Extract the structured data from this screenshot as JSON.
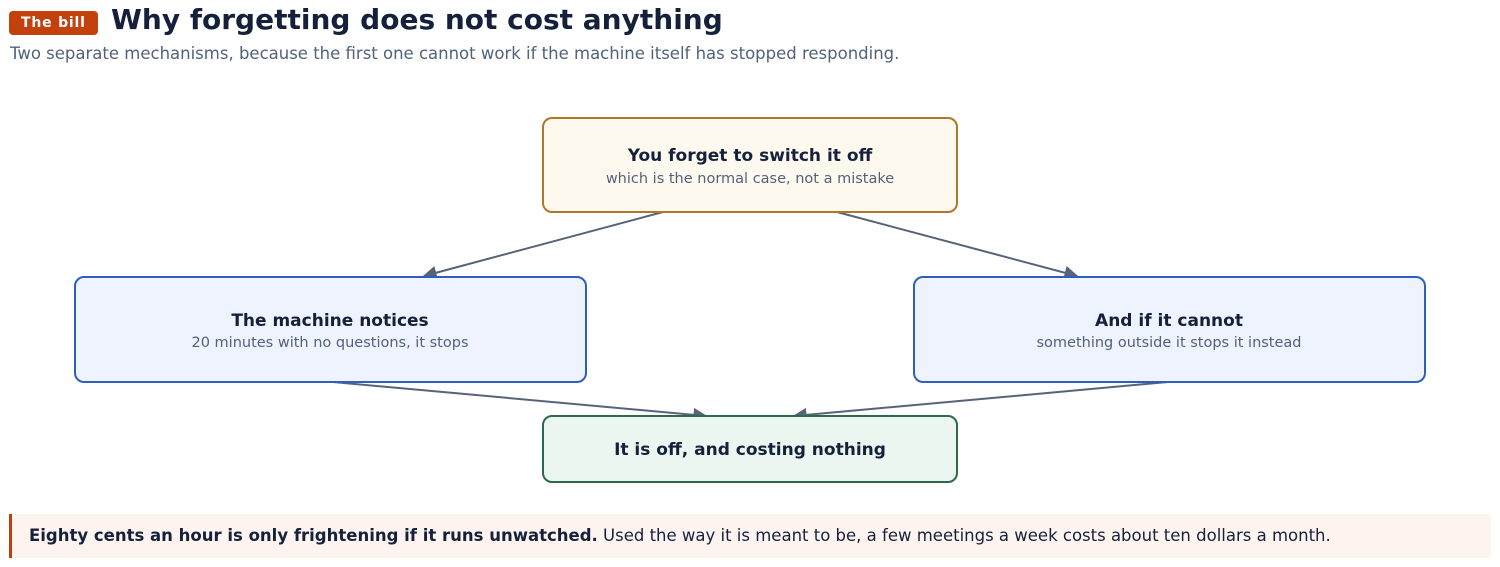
{
  "header": {
    "badge": "The bill",
    "title": "Why forgetting does not cost anything",
    "subtitle": "Two separate mechanisms, because the first one cannot work if the machine itself has stopped responding."
  },
  "diagram": {
    "nodes": {
      "forget": {
        "title": "You forget to switch it off",
        "subtitle": "which is the normal case, not a mistake"
      },
      "machine": {
        "title": "The machine notices",
        "subtitle": "20 minutes with no questions, it stops"
      },
      "outside": {
        "title": "And if it cannot",
        "subtitle": "something outside it stops it instead"
      },
      "result": {
        "title": "It is off, and costing nothing"
      }
    },
    "edges": [
      {
        "from": "forget",
        "to": "machine"
      },
      {
        "from": "forget",
        "to": "outside"
      },
      {
        "from": "machine",
        "to": "result"
      },
      {
        "from": "outside",
        "to": "result"
      }
    ]
  },
  "callout": {
    "bold": "Eighty cents an hour is only frightening if it runs unwatched.",
    "text": " Used the way it is meant to be, a few meetings a week costs about ten dollars a month."
  },
  "colors": {
    "badge": "#c2410c",
    "title": "#15213b",
    "muted": "#52627a",
    "node_start_fill": "#fef9ee",
    "node_start_stroke": "#b0772a",
    "node_step_fill": "#eef3fd",
    "node_step_stroke": "#2d5fbf",
    "node_end_fill": "#eaf6ef",
    "node_end_stroke": "#2f6a48",
    "edge": "#56637a",
    "callout_fill": "#fdf4f0",
    "callout_border": "#b8410f"
  }
}
